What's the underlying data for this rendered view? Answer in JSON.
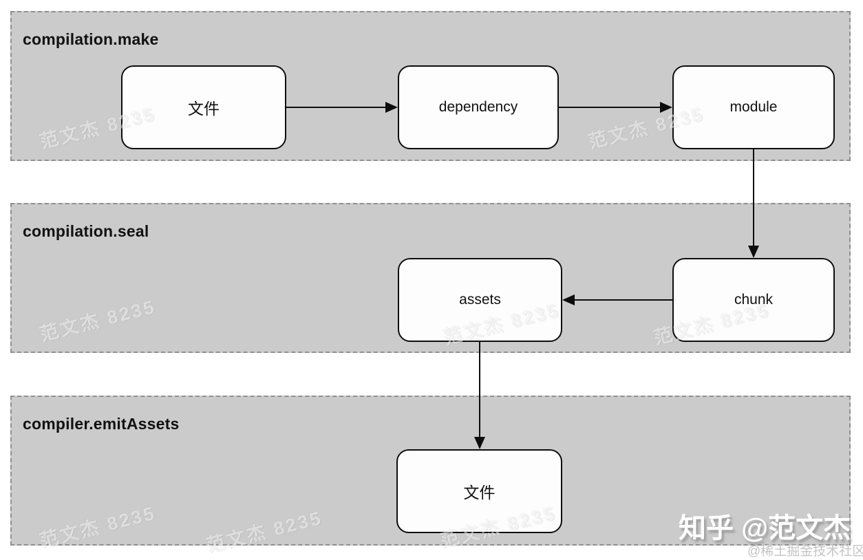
{
  "diagram": {
    "sections": [
      {
        "id": "make",
        "label": "compilation.make"
      },
      {
        "id": "seal",
        "label": "compilation.seal"
      },
      {
        "id": "emit",
        "label": "compiler.emitAssets"
      }
    ],
    "nodes": [
      {
        "id": "file-input",
        "label": "文件",
        "section": "compilation.make"
      },
      {
        "id": "dependency",
        "label": "dependency",
        "section": "compilation.make"
      },
      {
        "id": "module",
        "label": "module",
        "section": "compilation.make"
      },
      {
        "id": "assets",
        "label": "assets",
        "section": "compilation.seal"
      },
      {
        "id": "chunk",
        "label": "chunk",
        "section": "compilation.seal"
      },
      {
        "id": "file-output",
        "label": "文件",
        "section": "compiler.emitAssets"
      }
    ],
    "edges": [
      {
        "from": "file-input",
        "to": "dependency"
      },
      {
        "from": "dependency",
        "to": "module"
      },
      {
        "from": "module",
        "to": "chunk"
      },
      {
        "from": "chunk",
        "to": "assets"
      },
      {
        "from": "assets",
        "to": "file-output"
      }
    ]
  },
  "watermarks": {
    "zhihu": "知乎 @范文杰",
    "community": "@稀土掘金技术社区",
    "diagonal": "范文杰 8235"
  },
  "colors": {
    "section_bg": "#cbcbcb",
    "section_border": "#8f8f8f",
    "node_bg": "#fdfdfd",
    "node_border": "#0d0d0d",
    "arrow": "#0d0d0d"
  }
}
